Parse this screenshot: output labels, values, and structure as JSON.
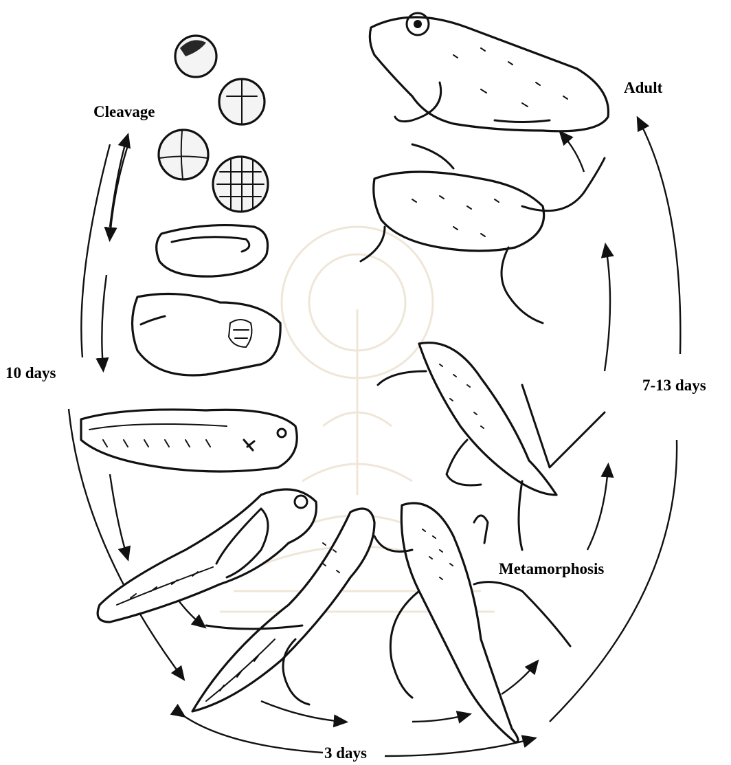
{
  "labels": {
    "cleavage": "Cleavage",
    "adult": "Adult",
    "ten_days": "10 days",
    "seven_thirteen_days": "7-13 days",
    "metamorphosis": "Metamorphosis",
    "three_days": "3 days"
  },
  "colors": {
    "ink": "#111111",
    "background": "#ffffff",
    "watermark": "#e9dcc8"
  }
}
